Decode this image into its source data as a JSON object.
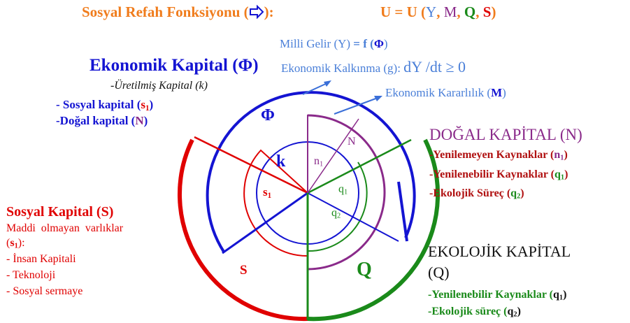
{
  "title": {
    "label": "Sosyal Refah Fonksiyonu (",
    "icon": "arrow-outline-icon",
    "close": "):",
    "formula": {
      "lhs": "U = U (",
      "Y": "Y",
      "c1": ",",
      "M": "M",
      "c2": ",",
      "Q": "Q",
      "c3": ",",
      "S": "S",
      "end": ")"
    }
  },
  "annotations": {
    "milli_gelir": {
      "text": "Milli Gelir (Y) ",
      "eq": "= f (",
      "phi": "Φ",
      "end": ")"
    },
    "kalkinma": {
      "text": "Ekonomik Kalkınma (g): ",
      "deriv": "dY /dt ≥ 0"
    },
    "kararlilik": {
      "text": "Ekonomik Kararlılık (",
      "m": "M",
      "end": ")"
    }
  },
  "ekonomik": {
    "title": "Ekonomik Kapital (Φ)",
    "uretilmis": "-Üretilmiş Kapital (k)",
    "sosyal_pre": "- Sosyal kapital (",
    "sosyal_s": "s",
    "sosyal_sub": "1",
    "sosyal_end": ")",
    "dogal_pre": "-Doğal kapital (",
    "dogal_n": "N",
    "dogal_end": ")"
  },
  "dogal": {
    "title": "DOĞAL KAPİTAL (N)",
    "items": [
      {
        "pre": "-Yenilemeyen Kaynaklar (",
        "sym": "n",
        "sub": "1",
        "end": ")"
      },
      {
        "pre": "-Yenilenebilir Kaynaklar (",
        "sym": "q",
        "sub": "1",
        "end": ")"
      },
      {
        "pre": "-Ekolojik Süreç (",
        "sym": "q",
        "sub": "2",
        "end": ")"
      }
    ]
  },
  "sosyal": {
    "title": "Sosyal Kapital (S)",
    "desc": "Maddi  olmayan  varlıklar",
    "desc2_pre": "(",
    "desc2_sym": "s",
    "desc2_sub": "1",
    "desc2_end": "):",
    "items": [
      "- İnsan Kapitali",
      "- Teknoloji",
      "- Sosyal sermaye"
    ]
  },
  "ekolojik": {
    "title": "EKOLOJİK KAPİTAL",
    "title2": "(Q)",
    "items": [
      {
        "pre": "-Yenilenebilir Kaynaklar (",
        "sym": "q",
        "sub": "1",
        "end": ")"
      },
      {
        "pre": "-Ekolojik süreç (",
        "sym": "q",
        "sub": "2",
        "end": ")"
      }
    ]
  },
  "diagram": {
    "phi": "Φ",
    "k": "k",
    "s1": "s",
    "s1_sub": "1",
    "n1": "n",
    "n1_sub": "1",
    "N": "N",
    "q1": "q",
    "q1_sub": "1",
    "q2": "q",
    "q2_sub": "2",
    "S": "S",
    "Q": "Q"
  },
  "colors": {
    "orange": "#f07c1c",
    "blue": "#1414d2",
    "light_blue": "#4a7fd8",
    "red": "#e00000",
    "green": "#1a8a1a",
    "purple": "#8a2a8a"
  }
}
